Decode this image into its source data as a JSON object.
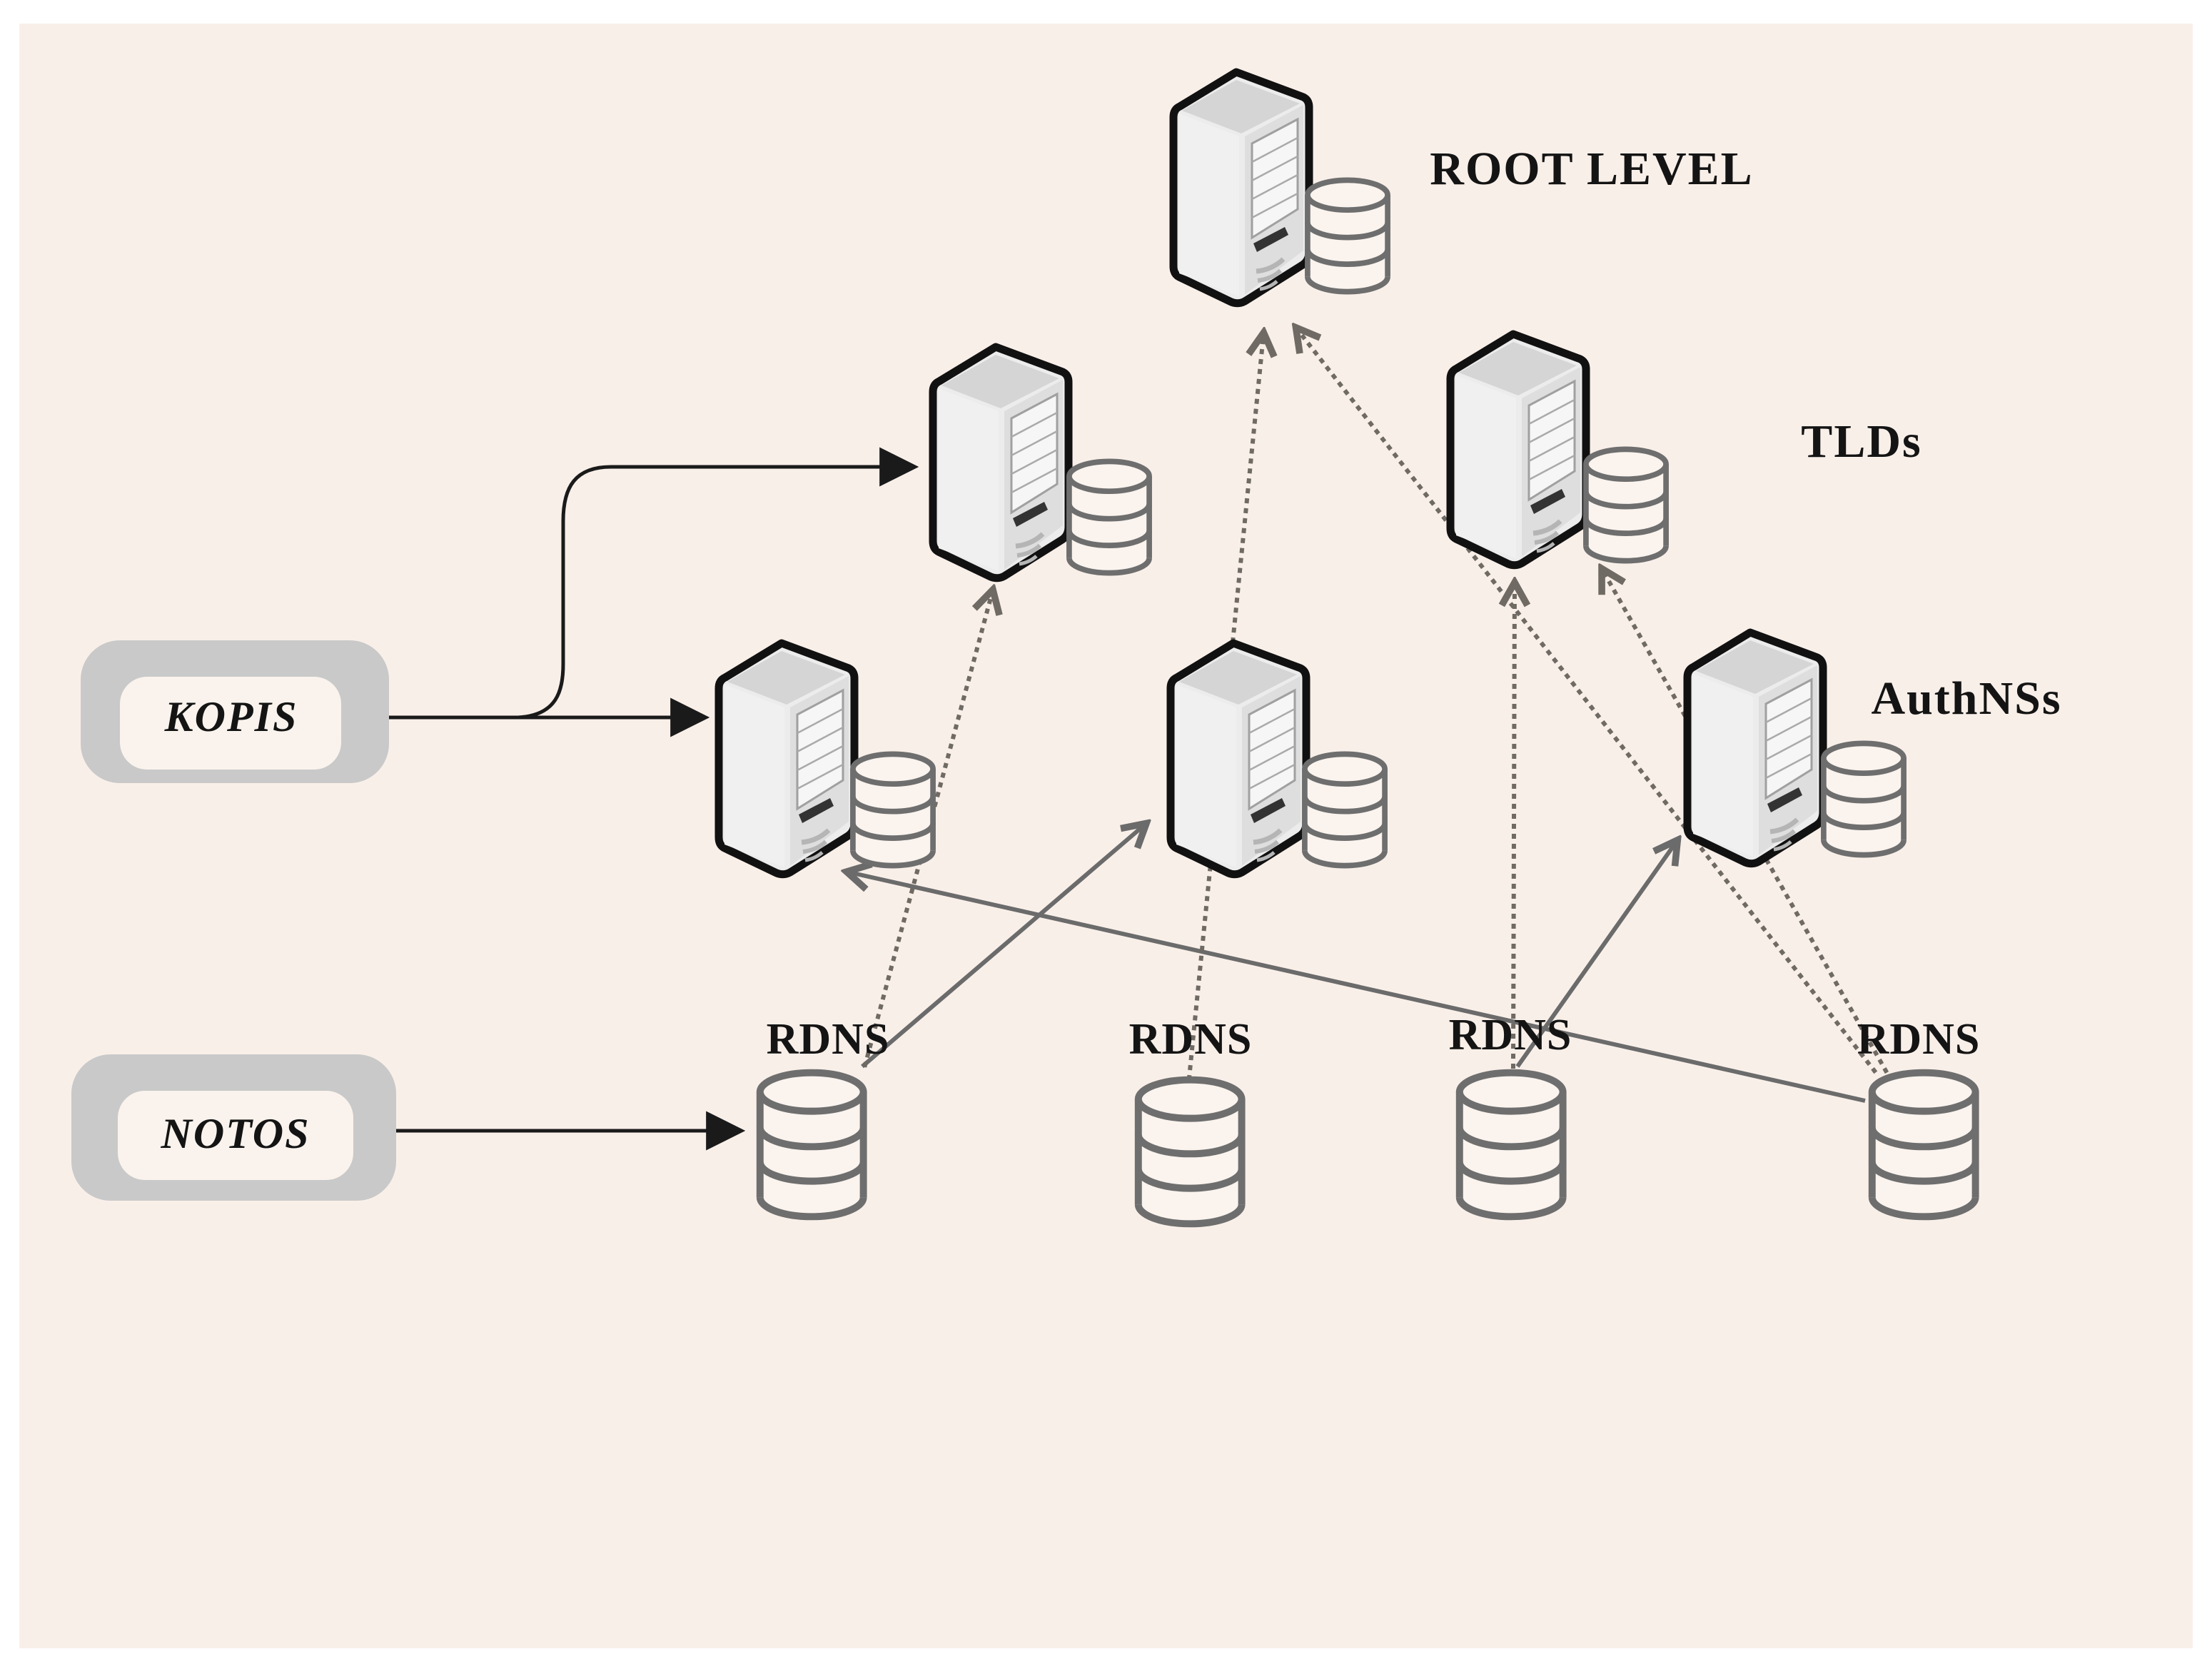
{
  "page": {
    "background_color": "#ffffff",
    "canvas_color": "#f9efe9"
  },
  "labels": {
    "root_level": "ROOT LEVEL",
    "tlds": "TLDs",
    "authnss": "AuthNSs",
    "rdns": "RDNS",
    "kopis": "KOPIS",
    "notos": "NOTOS"
  },
  "colors": {
    "black_arrow": "#1a1a1a",
    "gray_arrow": "#6b6b6b",
    "dotted_arrow": "#6f6a63",
    "kopis_notos_box_fill": "#c9c9c9",
    "kopis_notos_box_inner_fill": "#faf3ed",
    "server_outline": "#111111",
    "server_face": "#ececec",
    "cylinder_stroke": "#6e6e6e",
    "cylinder_fill": "#faf3ee",
    "text_color": "#141414"
  },
  "nodes": [
    {
      "id": "root-server",
      "type": "server-with-database",
      "label": "ROOT LEVEL"
    },
    {
      "id": "tld-server",
      "type": "server-with-database",
      "label": "TLDs"
    },
    {
      "id": "authns-server",
      "type": "server-with-database",
      "label": "AuthNSs"
    },
    {
      "id": "mid-upper-server",
      "type": "server-with-database",
      "label": ""
    },
    {
      "id": "mid-left-server",
      "type": "server-with-database",
      "label": ""
    },
    {
      "id": "mid-center-server",
      "type": "server-with-database",
      "label": ""
    },
    {
      "id": "rdns-1",
      "type": "database",
      "label": "RDNS"
    },
    {
      "id": "rdns-2",
      "type": "database",
      "label": "RDNS"
    },
    {
      "id": "rdns-3",
      "type": "database",
      "label": "RDNS"
    },
    {
      "id": "rdns-4",
      "type": "database",
      "label": "RDNS"
    },
    {
      "id": "kopis",
      "type": "rounded-box",
      "label": "KOPIS"
    },
    {
      "id": "notos",
      "type": "rounded-box",
      "label": "NOTOS"
    }
  ],
  "edges": [
    {
      "from": "kopis",
      "to": "mid-left-server",
      "style": "solid-black"
    },
    {
      "from": "kopis",
      "to": "mid-upper-server",
      "style": "solid-black"
    },
    {
      "from": "notos",
      "to": "rdns-1",
      "style": "solid-black"
    },
    {
      "from": "rdns-1",
      "to": "mid-center-server",
      "style": "solid-gray"
    },
    {
      "from": "rdns-4",
      "to": "mid-left-server",
      "style": "solid-gray"
    },
    {
      "from": "rdns-3",
      "to": "authns-server",
      "style": "solid-gray"
    },
    {
      "from": "rdns-2",
      "to": "root-server",
      "style": "dotted-gray"
    },
    {
      "from": "rdns-4",
      "to": "root-server",
      "style": "dotted-gray"
    },
    {
      "from": "rdns-1",
      "to": "mid-upper-server",
      "style": "dotted-gray"
    },
    {
      "from": "rdns-3",
      "to": "tld-server",
      "style": "dotted-gray"
    },
    {
      "from": "rdns-4",
      "to": "tld-server-database",
      "style": "dotted-gray"
    }
  ]
}
